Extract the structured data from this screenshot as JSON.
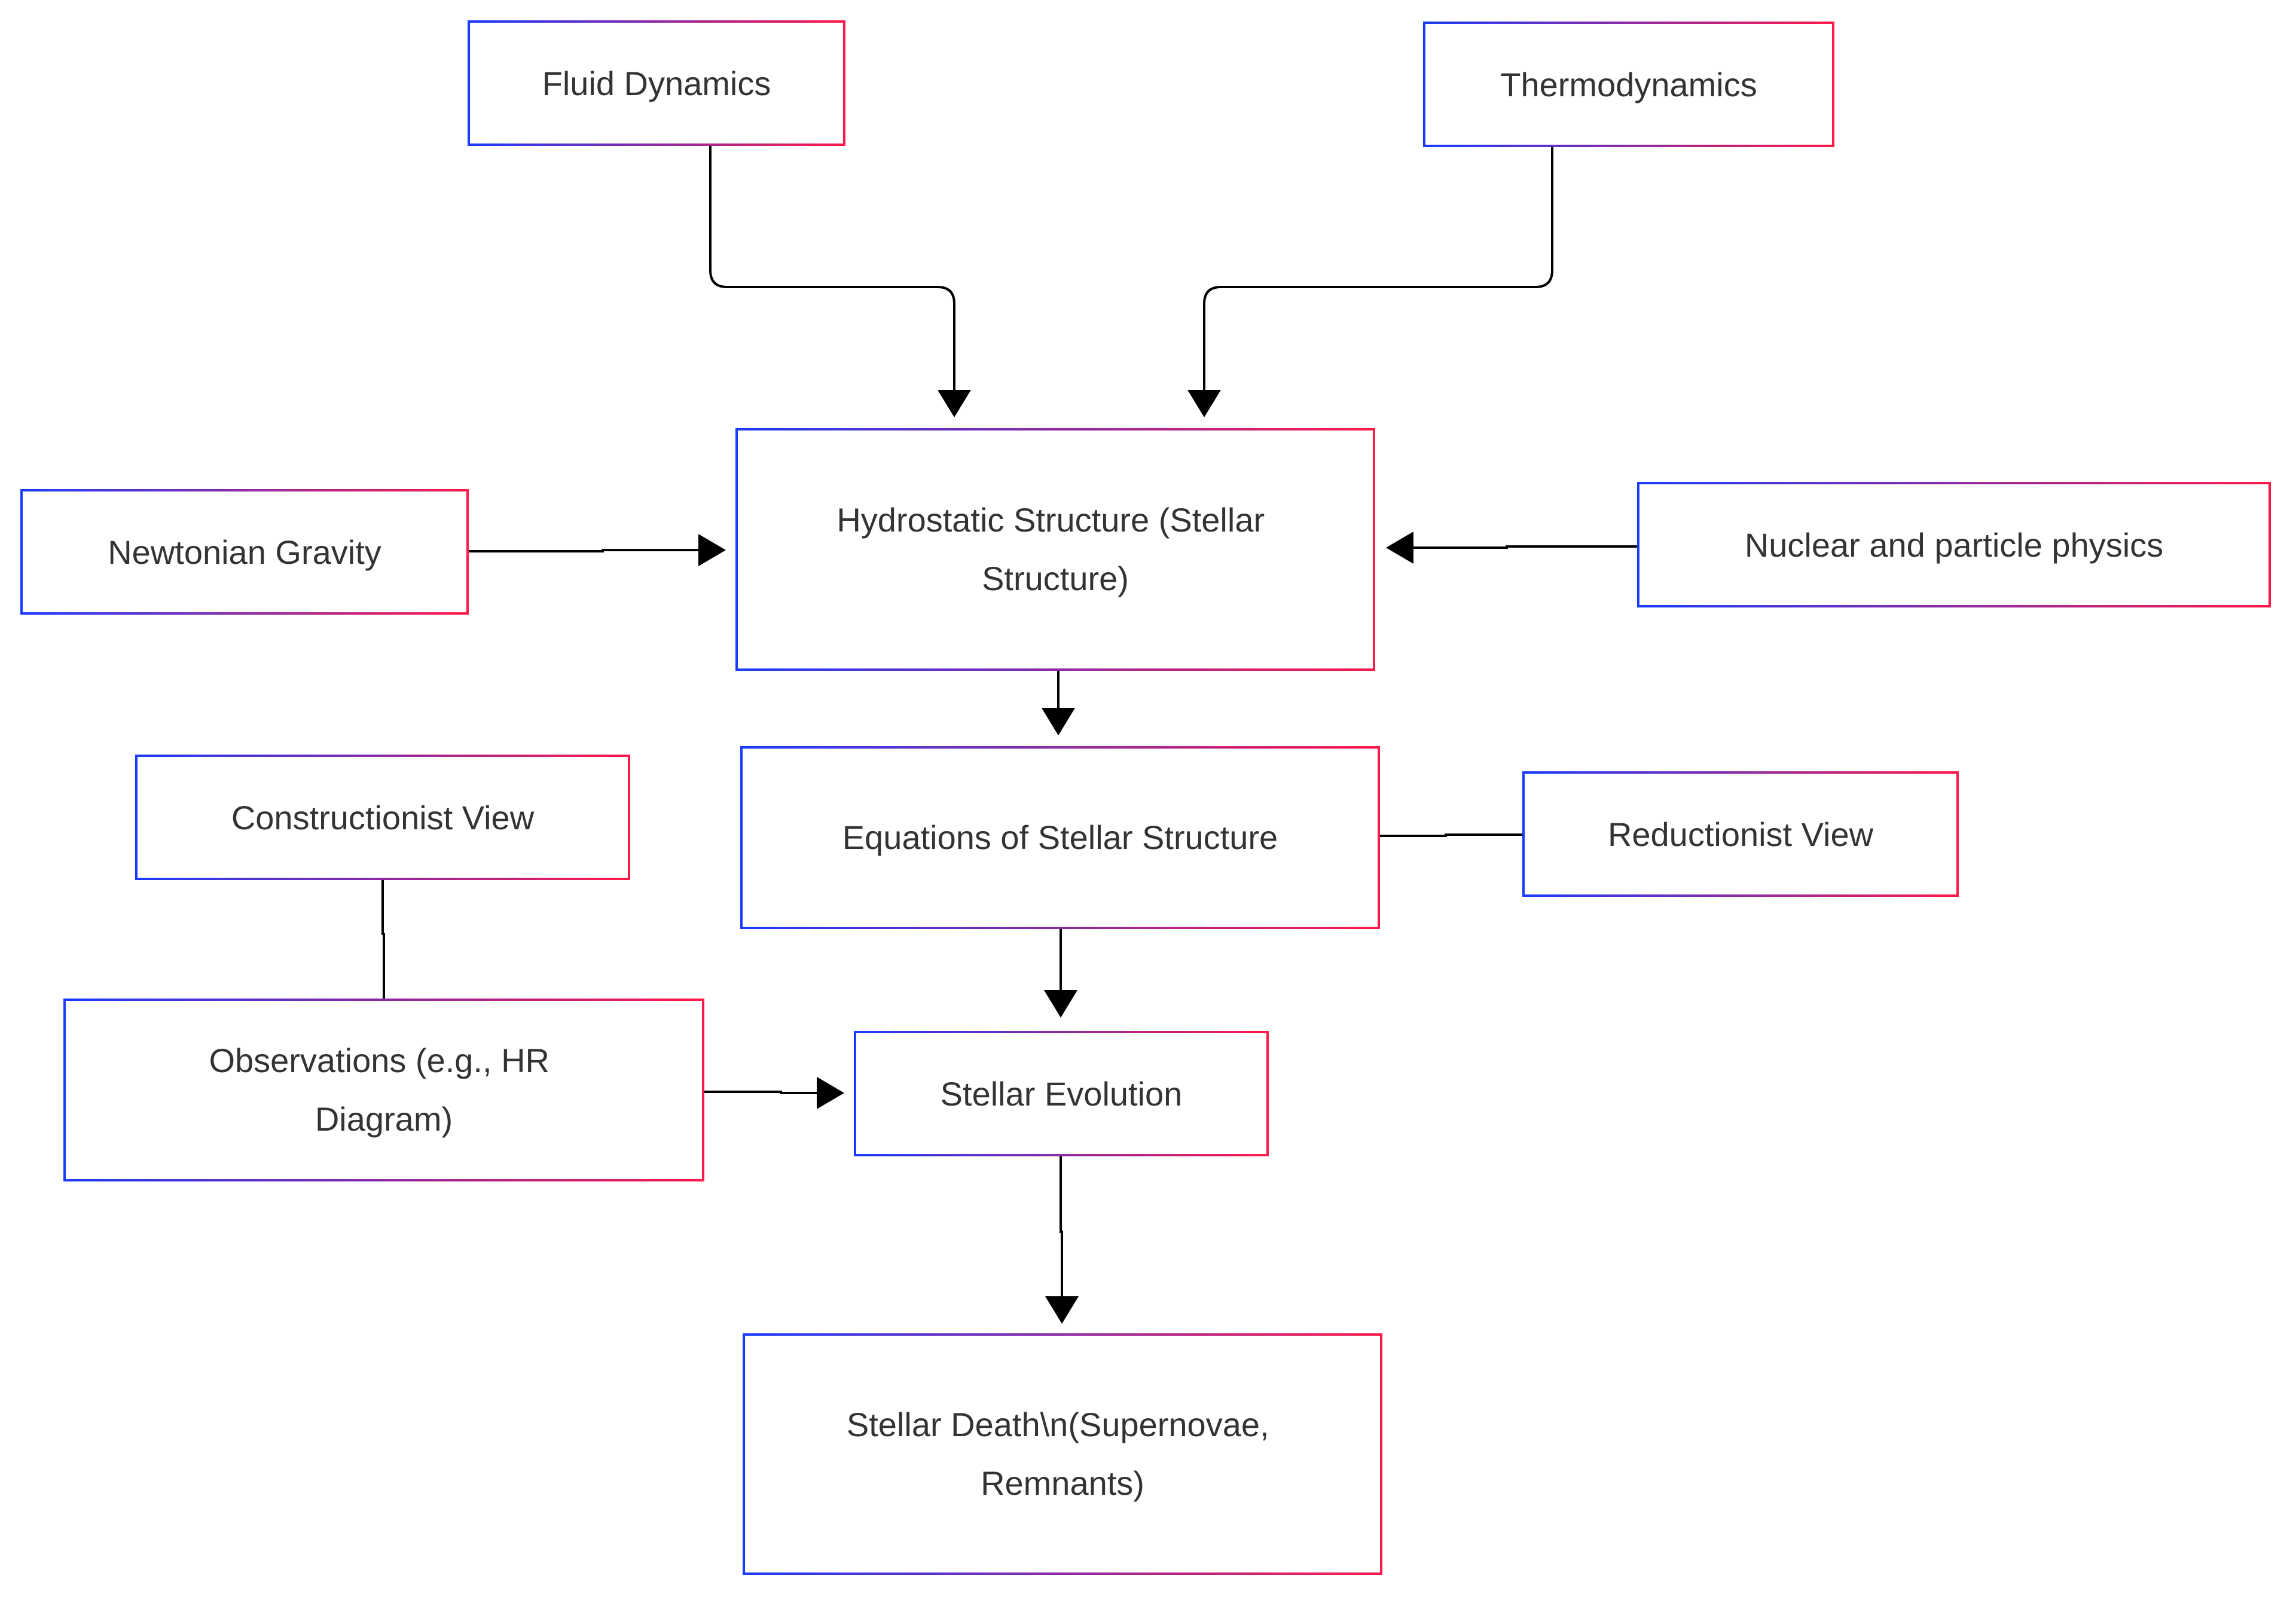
{
  "diagram": {
    "nodes": {
      "fluid_dynamics": [
        "Fluid Dynamics"
      ],
      "thermodynamics": [
        "Thermodynamics"
      ],
      "hydrostatic": [
        "Hydrostatic Structure (Stellar",
        "Structure)"
      ],
      "newtonian_gravity": [
        "Newtonian Gravity"
      ],
      "nuclear_physics": [
        "Nuclear and particle physics"
      ],
      "constructionist": [
        "Constructionist View"
      ],
      "equations": [
        "Equations of Stellar Structure"
      ],
      "reductionist": [
        "Reductionist View"
      ],
      "observations": [
        "Observations (e.g., HR",
        "Diagram)"
      ],
      "stellar_evolution": [
        "Stellar Evolution"
      ],
      "stellar_death": [
        "Stellar Death\\n(Supernovae,",
        "Remnants)"
      ]
    },
    "edges": [
      {
        "from": "fluid_dynamics",
        "to": "hydrostatic",
        "arrow": true
      },
      {
        "from": "thermodynamics",
        "to": "hydrostatic",
        "arrow": true
      },
      {
        "from": "newtonian_gravity",
        "to": "hydrostatic",
        "arrow": true
      },
      {
        "from": "nuclear_physics",
        "to": "hydrostatic",
        "arrow": true
      },
      {
        "from": "hydrostatic",
        "to": "equations",
        "arrow": true
      },
      {
        "from": "equations",
        "to": "reductionist",
        "arrow": false
      },
      {
        "from": "equations",
        "to": "stellar_evolution",
        "arrow": true
      },
      {
        "from": "constructionist",
        "to": "observations",
        "arrow": false
      },
      {
        "from": "observations",
        "to": "stellar_evolution",
        "arrow": true
      },
      {
        "from": "stellar_evolution",
        "to": "stellar_death",
        "arrow": true
      }
    ],
    "colors": {
      "border_start": "#1a3cff",
      "border_end": "#ff1a4a",
      "edge": "#000000",
      "text": "#333333"
    }
  }
}
